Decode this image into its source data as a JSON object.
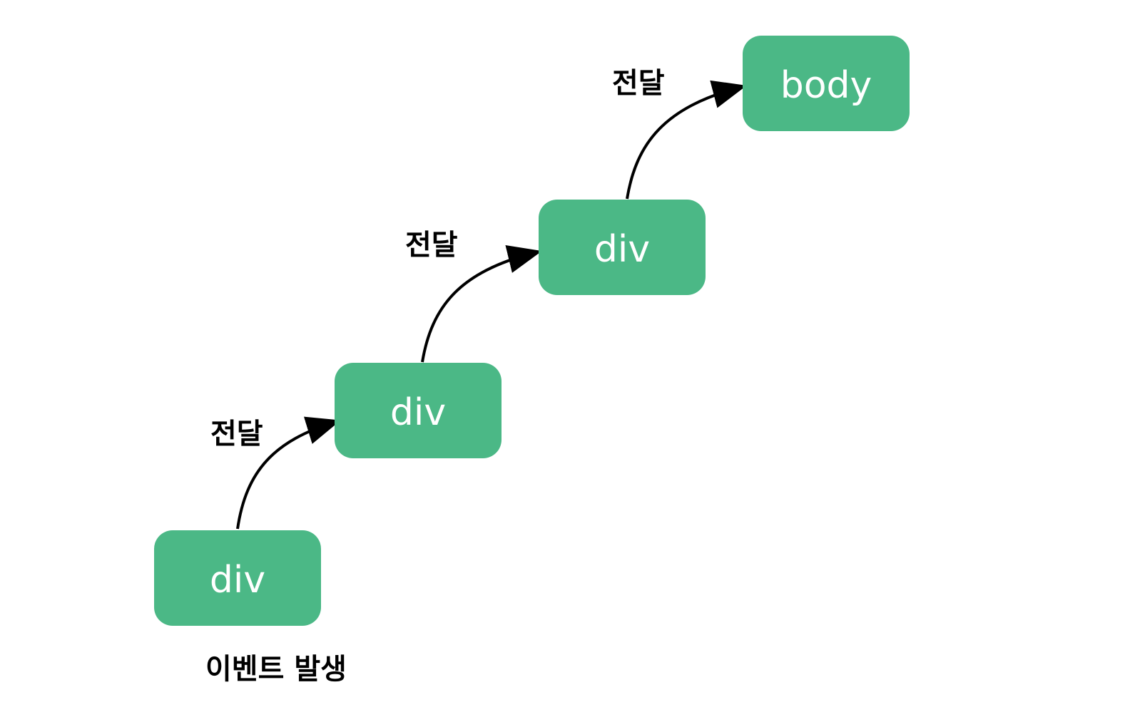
{
  "colors": {
    "node_fill": "#4bb886",
    "node_text": "#ffffff",
    "arrow": "#000000",
    "label_text": "#000000"
  },
  "nodes": [
    {
      "label": "div"
    },
    {
      "label": "div"
    },
    {
      "label": "div"
    },
    {
      "label": "body"
    }
  ],
  "edges": [
    {
      "from": 0,
      "to": 1,
      "label": "전달"
    },
    {
      "from": 1,
      "to": 2,
      "label": "전달"
    },
    {
      "from": 2,
      "to": 3,
      "label": "전달"
    }
  ],
  "caption": "이벤트 발생"
}
